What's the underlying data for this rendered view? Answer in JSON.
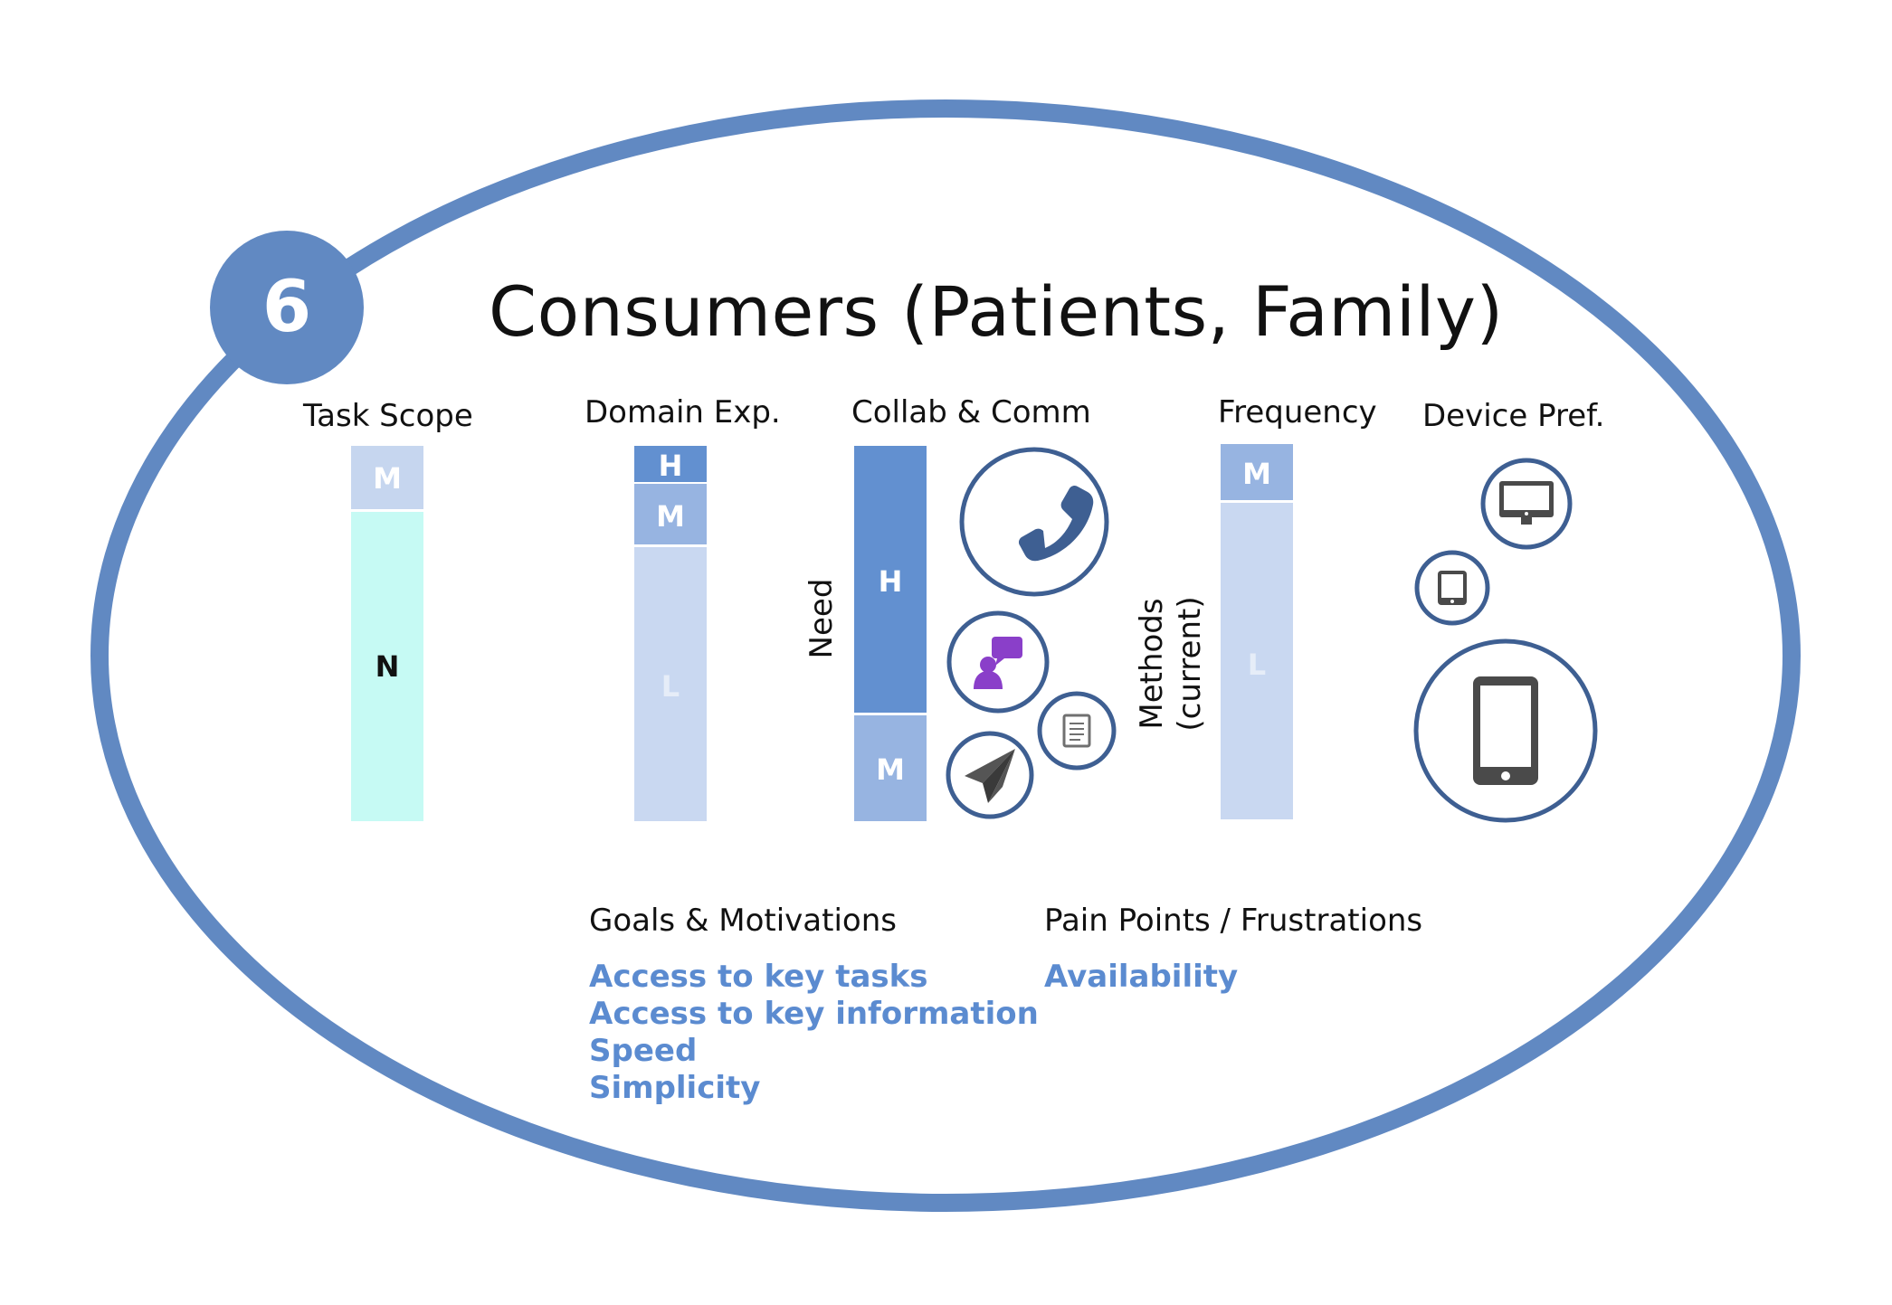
{
  "badge": {
    "number": "6"
  },
  "title": "Consumers (Patients, Family)",
  "columns": {
    "task_scope": {
      "label": "Task Scope",
      "segments": [
        {
          "label": "M"
        },
        {
          "label": "N"
        }
      ]
    },
    "domain_exp": {
      "label": "Domain Exp.",
      "segments": [
        {
          "label": "H"
        },
        {
          "label": "M"
        },
        {
          "label": "L"
        }
      ]
    },
    "collab_comm": {
      "label": "Collab & Comm",
      "need_label": "Need",
      "methods_label_line1": "Methods",
      "methods_label_line2": "(current)",
      "segments": [
        {
          "label": "H"
        },
        {
          "label": "M"
        }
      ],
      "method_icons": [
        "phone-icon",
        "chat-person-icon",
        "document-icon",
        "paper-plane-icon"
      ]
    },
    "frequency": {
      "label": "Frequency",
      "segments": [
        {
          "label": "M"
        },
        {
          "label": "L"
        }
      ]
    },
    "device_pref": {
      "label": "Device Pref.",
      "device_icons": [
        "desktop-monitor-icon",
        "tablet-icon",
        "smartphone-icon"
      ]
    }
  },
  "goals": {
    "heading": "Goals & Motivations",
    "items": [
      "Access to key tasks",
      "Access to key information",
      "Speed",
      "Simplicity"
    ]
  },
  "pain_points": {
    "heading": "Pain Points / Frustrations",
    "items": [
      "Availability"
    ]
  },
  "colors": {
    "ring": "#6189c2",
    "icon_circle": "#3e5f92",
    "bar_high": "#6290d0",
    "bar_medium": "#97b4e1",
    "bar_low": "#c9d8f1",
    "bar_low_label": "#e6edf8",
    "bar_medium_task": "#c6d6ef",
    "bar_none": "#c6faf4",
    "accent_text": "#5b8bd0",
    "chat_icon": "#8a3fc9",
    "device_icon": "#505050"
  }
}
